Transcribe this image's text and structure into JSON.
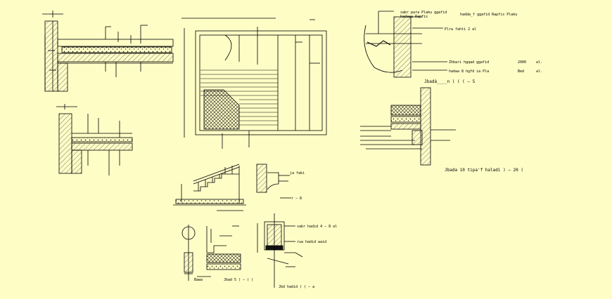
{
  "colors": {
    "background": "#fffdc6",
    "ink": "#000000",
    "hatch": "#555555"
  },
  "labels": {
    "detail_top_title": "Jbadá____n ) ( ( – 5",
    "detail_bottom_title": "Jbada 10 tipa'f haladi ) – 20 (",
    "callout_1": "sabr para Plaku ggafid",
    "callout_2": "hadaaa Rapfix",
    "callout_3": "hadda_f ggafid Rapfix Plaku",
    "callout_4": "Plra fahti 2 al",
    "callout_5": "Zhbari hgqad ggafid",
    "callout_6": "hadaa 8 hgfd ia Pla",
    "callout_7": "2000",
    "callout_8": "Bed",
    "callout_9": "al.",
    "callout_10": "al.",
    "stair_note": "ja faki",
    "stair_note_2": "r – 8",
    "column_note_1": "sabr hadid 4 – 8 al",
    "column_note_2": "rua hadid waid",
    "footing_label": "Bawa",
    "footing_caption": "Jbad 5 ) – ( (",
    "column_caption": "Jbd hadid ( ( – a"
  }
}
